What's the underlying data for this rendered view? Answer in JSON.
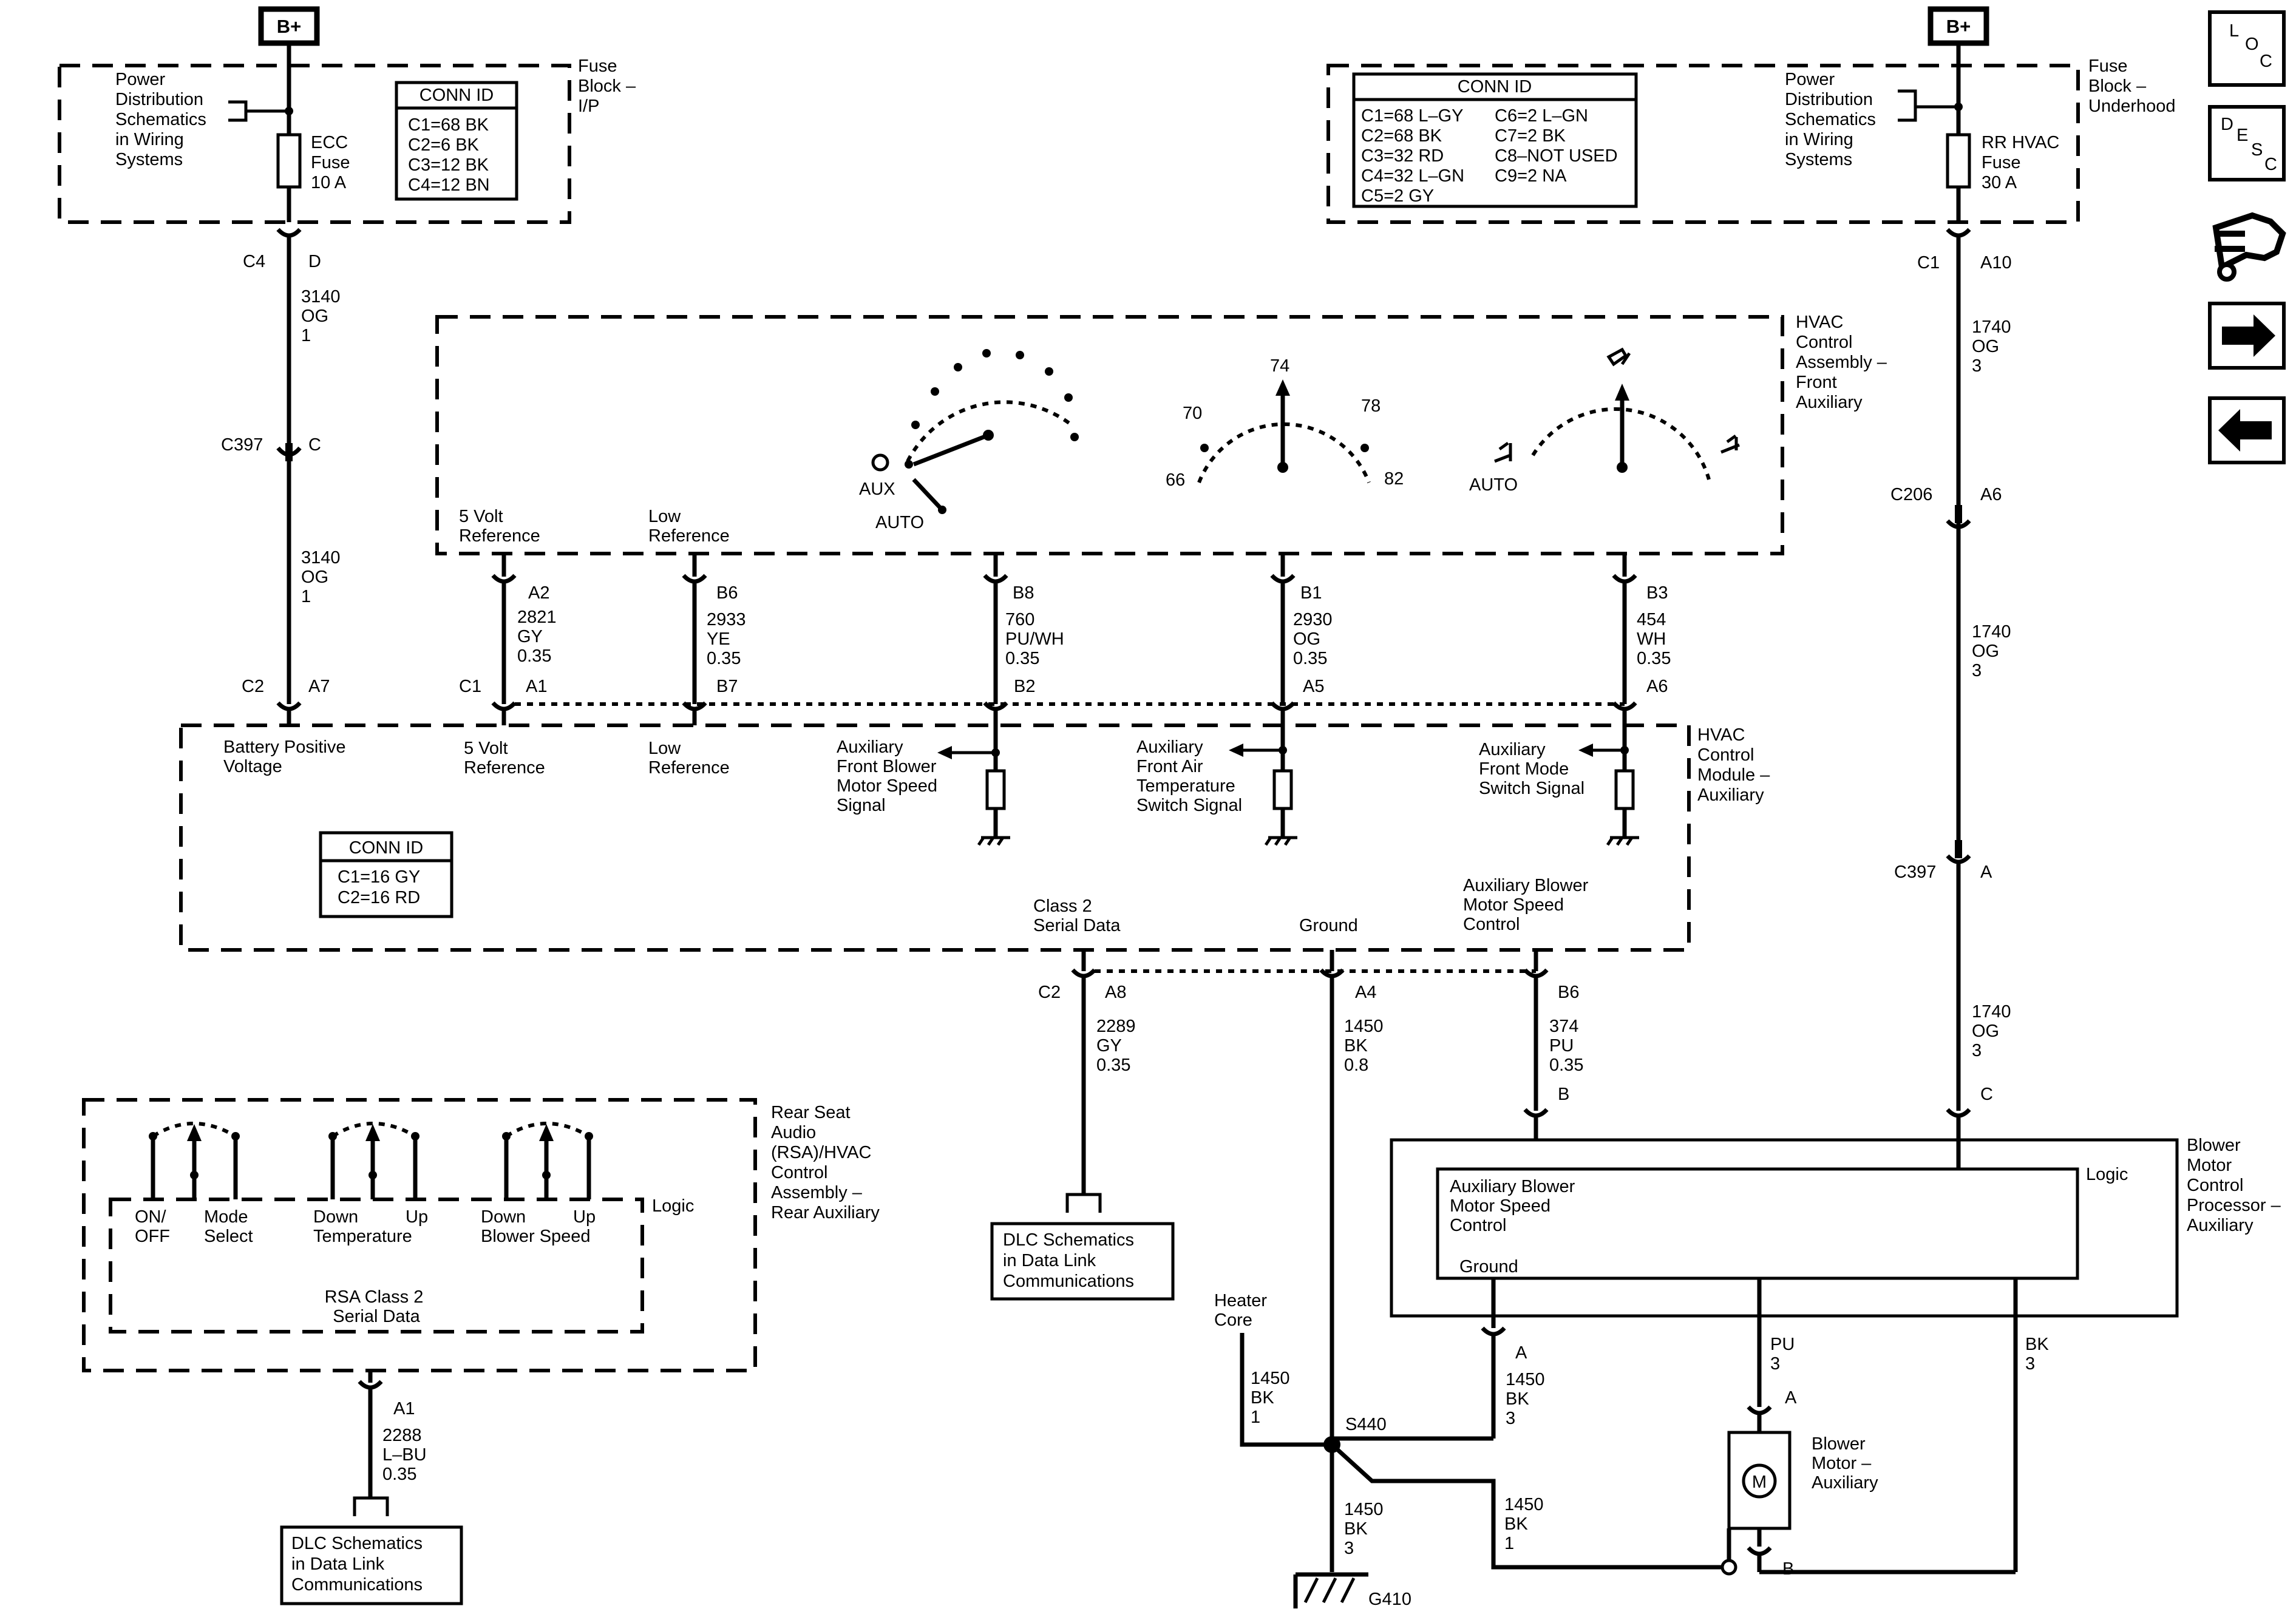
{
  "fuse_block_ip": {
    "bplus": "B+",
    "pds": [
      "Power",
      "Distribution",
      "Schematics",
      "in Wiring",
      "Systems"
    ],
    "fuse": [
      "ECC",
      "Fuse",
      "10 A"
    ],
    "conn_title": "CONN ID",
    "conn": [
      "C1=68 BK",
      "C2=6 BK",
      "C3=12 BK",
      "C4=12 BN"
    ],
    "label": [
      "Fuse",
      "Block –",
      "I/P"
    ]
  },
  "fuse_block_uh": {
    "bplus": "B+",
    "pds": [
      "Power",
      "Distribution",
      "Schematics",
      "in Wiring",
      "Systems"
    ],
    "fuse": [
      "RR HVAC",
      "Fuse",
      "30 A"
    ],
    "conn_title": "CONN ID",
    "conn_left": [
      "C1=68 L–GY",
      "C2=68 BK",
      "C3=32 RD",
      "C4=32 L–GN",
      "C5=2 GY"
    ],
    "conn_right": [
      "C6=2 L–GN",
      "C7=2 BK",
      "C8–NOT USED",
      "C9=2 NA"
    ],
    "label": [
      "Fuse",
      "Block –",
      "Underhood"
    ]
  },
  "left_circuit": {
    "c4": "C4",
    "c4_pin": "D",
    "w1": [
      "3140",
      "OG",
      "1"
    ],
    "c397": "C397",
    "c397_pin": "C",
    "w2": [
      "3140",
      "OG",
      "1"
    ],
    "c2": "C2",
    "c2_pin": "A7"
  },
  "right_circuit": {
    "c1": "C1",
    "c1_pin": "A10",
    "w1": [
      "1740",
      "OG",
      "3"
    ],
    "c206": "C206",
    "c206_pin": "A6",
    "w2": [
      "1740",
      "OG",
      "3"
    ],
    "c397": "C397",
    "c397_pin": "A",
    "w3": [
      "1740",
      "OG",
      "3"
    ],
    "c_pin": "C"
  },
  "hvac_assembly": {
    "label": [
      "HVAC",
      "Control",
      "Assembly –",
      "Front",
      "Auxiliary"
    ],
    "ref5v": [
      "5 Volt",
      "Reference"
    ],
    "lowref": [
      "Low",
      "Reference"
    ],
    "aux": "AUX",
    "auto1": "AUTO",
    "temps": [
      "66",
      "70",
      "74",
      "78",
      "82"
    ],
    "auto2": "AUTO"
  },
  "wires_mid": [
    {
      "top": "A2",
      "wire": [
        "2821",
        "GY",
        "0.35"
      ],
      "conn": "C1",
      "pin": "A1"
    },
    {
      "top": "B6",
      "wire": [
        "2933",
        "YE",
        "0.35"
      ],
      "pin": "B7"
    },
    {
      "top": "B8",
      "wire": [
        "760",
        "PU/WH",
        "0.35"
      ],
      "pin": "B2"
    },
    {
      "top": "B1",
      "wire": [
        "2930",
        "OG",
        "0.35"
      ],
      "pin": "A5"
    },
    {
      "top": "B3",
      "wire": [
        "454",
        "WH",
        "0.35"
      ],
      "pin": "A6"
    }
  ],
  "hvac_module": {
    "label": [
      "HVAC",
      "Control",
      "Module –",
      "Auxiliary"
    ],
    "batt": [
      "Battery Positive",
      "Voltage"
    ],
    "ref5v": [
      "5 Volt",
      "Reference"
    ],
    "lowref": [
      "Low",
      "Reference"
    ],
    "blower_sig": [
      "Auxiliary",
      "Front Blower",
      "Motor Speed",
      "Signal"
    ],
    "air_sig": [
      "Auxiliary",
      "Front Air",
      "Temperature",
      "Switch Signal"
    ],
    "mode_sig": [
      "Auxiliary",
      "Front Mode",
      "Switch Signal"
    ],
    "conn_title": "CONN ID",
    "conn": [
      "C1=16 GY",
      "C2=16 RD"
    ],
    "class2": [
      "Class 2",
      "Serial Data"
    ],
    "ground": "Ground",
    "blower_ctrl": [
      "Auxiliary Blower",
      "Motor Speed",
      "Control"
    ]
  },
  "bottom_wires": {
    "c2": "C2",
    "a8": "A8",
    "w_a8": [
      "2289",
      "GY",
      "0.35"
    ],
    "a4": "A4",
    "w_a4": [
      "1450",
      "BK",
      "0.8"
    ],
    "b6": "B6",
    "w_b6": [
      "374",
      "PU",
      "0.35"
    ],
    "b": "B",
    "dlc": [
      "DLC Schematics",
      "in Data Link",
      "Communications"
    ]
  },
  "rsa": {
    "label": [
      "Rear Seat",
      "Audio",
      "(RSA)/HVAC",
      "Control",
      "Assembly –",
      "Rear Auxiliary"
    ],
    "logic": "Logic",
    "on_off": [
      "ON/",
      "OFF"
    ],
    "mode": [
      "Mode",
      "Select"
    ],
    "temp": [
      "Down",
      "Up",
      "Temperature"
    ],
    "blower": [
      "Down",
      "Up",
      "Blower Speed"
    ],
    "class2": [
      "RSA Class 2",
      "Serial Data"
    ],
    "a1": "A1",
    "wire": [
      "2288",
      "L–BU",
      "0.35"
    ],
    "dlc": [
      "DLC Schematics",
      "in Data Link",
      "Communications"
    ]
  },
  "bmcp": {
    "label": [
      "Blower",
      "Motor",
      "Control",
      "Processor –",
      "Auxiliary"
    ],
    "logic": "Logic",
    "inner": [
      "Auxiliary Blower",
      "Motor Speed",
      "Control"
    ],
    "ground": "Ground",
    "pin_a": "A",
    "w_a": [
      "1450",
      "BK",
      "3"
    ],
    "pu": [
      "PU",
      "3"
    ],
    "bk": [
      "BK",
      "3"
    ]
  },
  "ground_circuit": {
    "heater": [
      "Heater",
      "Core"
    ],
    "w_heater": [
      "1450",
      "BK",
      "1"
    ],
    "s440": "S440",
    "w_g": [
      "1450",
      "BK",
      "3"
    ],
    "g410": "G410",
    "w_motor": [
      "1450",
      "BK",
      "1"
    ],
    "motor_pin_a": "A",
    "motor_pin_b": "B",
    "motor_label": [
      "Blower",
      "Motor –",
      "Auxiliary"
    ],
    "motor_symbol": "M"
  },
  "nav": {
    "loc": [
      "L",
      "O",
      "C"
    ],
    "desc": [
      "D",
      "E",
      "S",
      "C"
    ]
  }
}
